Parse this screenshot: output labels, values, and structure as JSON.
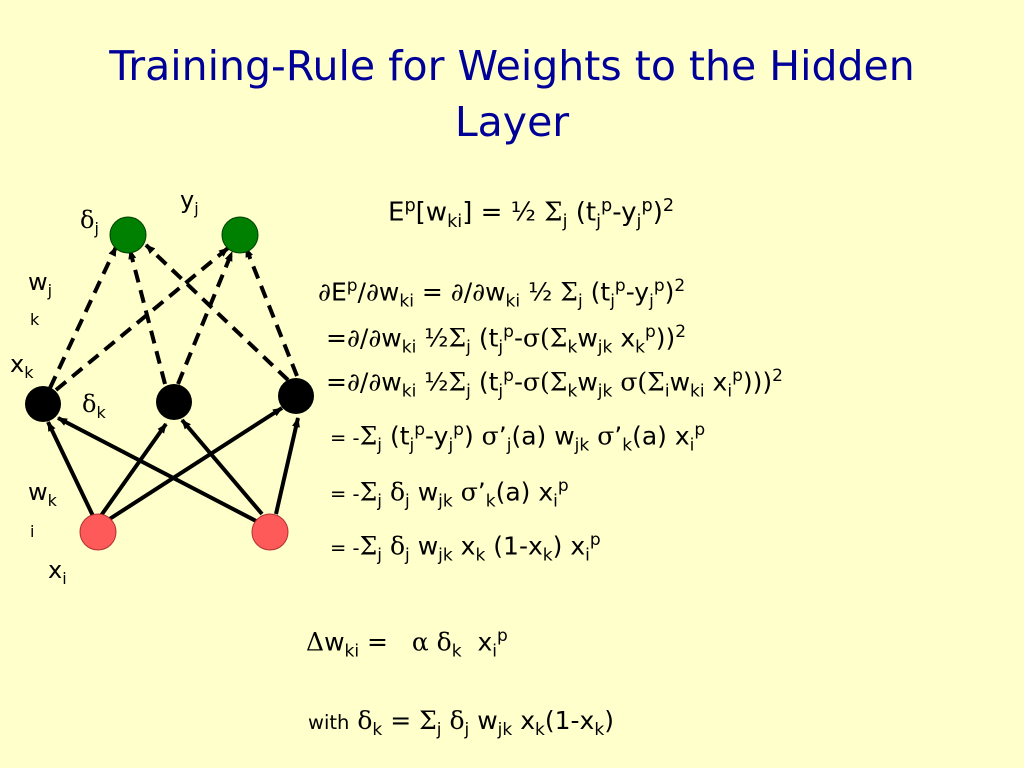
{
  "title": {
    "line1": "Training-Rule for Weights to the Hidden",
    "line2": "Layer"
  },
  "colors": {
    "background": "#ffffcc",
    "title": "#000099",
    "output_node": "#008000",
    "hidden_node": "#000000",
    "input_node": "#ff5a5a"
  },
  "diagram_labels": {
    "delta_j": "δ",
    "delta_j_sub": "j",
    "y_j": "y",
    "y_j_sub": "j",
    "w_jk": "w",
    "w_jk_sub1": "j",
    "w_jk_sub2": "k",
    "x_k": "x",
    "x_k_sub": "k",
    "delta_k": "δ",
    "delta_k_sub": "k",
    "w_ki": "w",
    "w_ki_sub1": "k",
    "w_ki_sub2": "i",
    "x_i": "x",
    "x_i_sub": "i"
  },
  "nodes": {
    "output": [
      "output-node",
      "output-node"
    ],
    "hidden": [
      "hidden-node",
      "hidden-node",
      "hidden-node"
    ],
    "input": [
      "input-node",
      "input-node"
    ]
  }
}
